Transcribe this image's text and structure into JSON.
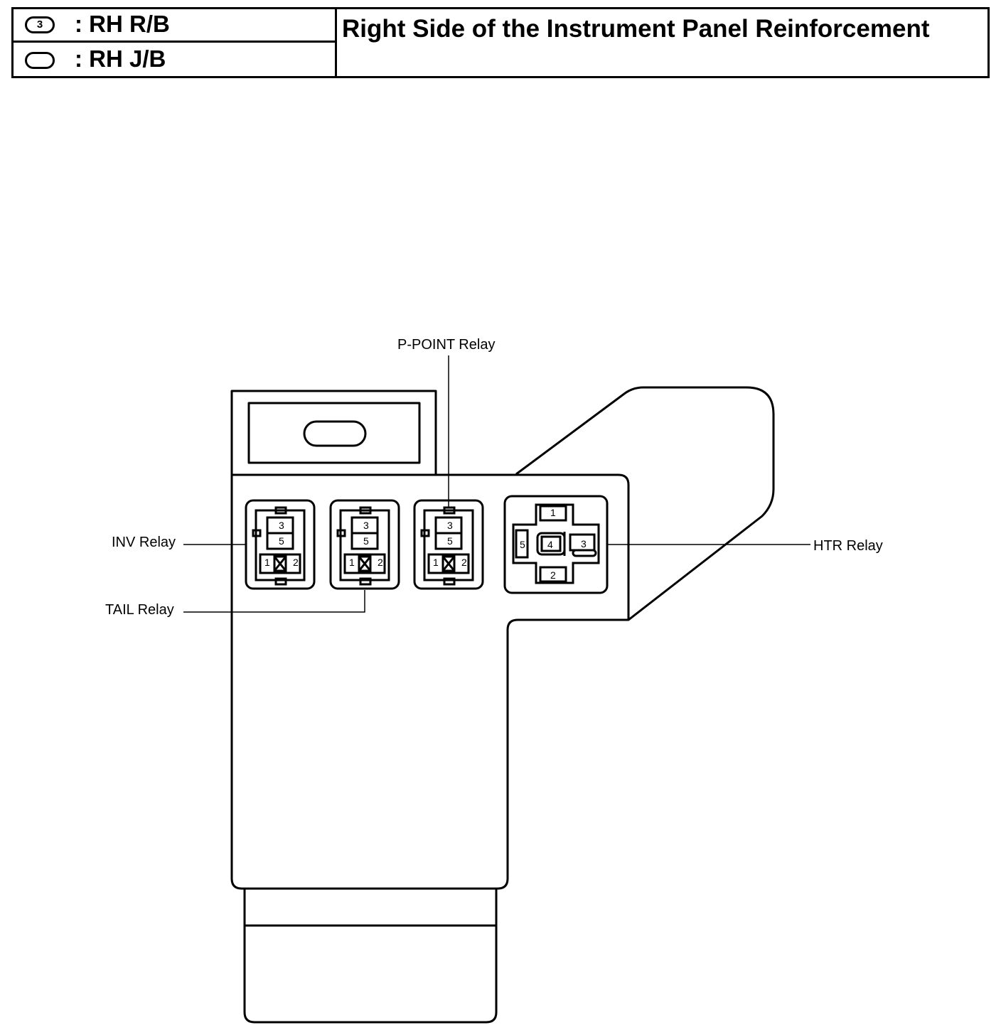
{
  "legend": [
    {
      "badge": "3",
      "label": ": RH R/B"
    },
    {
      "badge": "",
      "label": ": RH J/B"
    }
  ],
  "title": "Right Side of the Instrument Panel Reinforcement",
  "labels": {
    "inv": "INV Relay",
    "tail": "TAIL Relay",
    "ppoint": "P-POINT Relay",
    "htr": "HTR Relay"
  },
  "relay_terminals": {
    "small": {
      "top": "3",
      "mid": "5",
      "left": "1",
      "right": "2"
    },
    "htr": {
      "top": "1",
      "left": "5",
      "center": "4",
      "right": "3",
      "bottom": "2"
    }
  }
}
